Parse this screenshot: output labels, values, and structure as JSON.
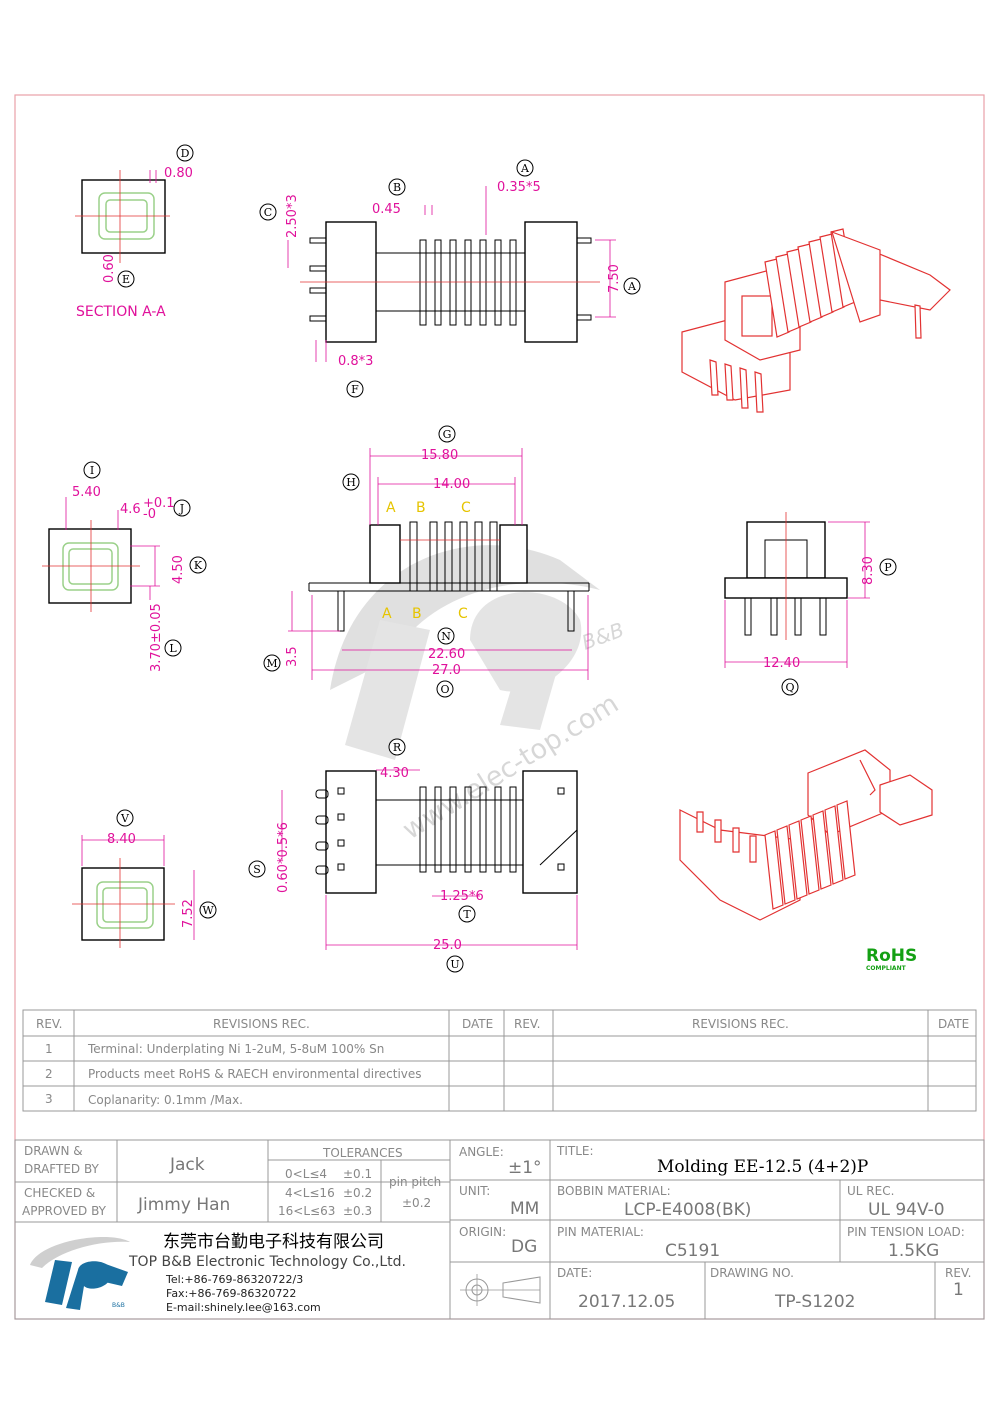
{
  "labels": {
    "section": "SECTION A-A",
    "watermark_url": "www.elec-top.com",
    "watermark_bb": "B&B",
    "rohs_main": "RoHS",
    "rohs_sub": "COMPLIANT"
  },
  "circles": [
    "A",
    "B",
    "C",
    "D",
    "E",
    "F",
    "G",
    "H",
    "I",
    "J",
    "K",
    "L",
    "M",
    "N",
    "O",
    "P",
    "Q",
    "R",
    "S",
    "T",
    "U",
    "V",
    "W"
  ],
  "dims": {
    "d_080": "0.80",
    "e_060": "0.60",
    "a_035x5": "0.35*5",
    "b_045": "0.45",
    "c_250x3": "2.50*3",
    "a_750": "7.50",
    "f_08x3": "0.8*3",
    "g_1580": "15.80",
    "h_1400": "14.00",
    "i_540": "5.40",
    "j_46": "4.6",
    "j_tol_up": "+0.1",
    "j_tol_dn": "-0",
    "k_450": "4.50",
    "l_370": "3.70±0.05",
    "m_35": "3.5",
    "n_2260": "22.60",
    "o_270": "27.0",
    "p_830": "8.30",
    "q_1240": "12.40",
    "r_430": "4.30",
    "s_060": "0.60*0.5*6",
    "t_125": "1.25*6",
    "u_250": "25.0",
    "v_840": "8.40",
    "w_752": "7.52",
    "sec_a": "A",
    "sec_b": "B",
    "sec_c": "C"
  },
  "revisions": {
    "headers": {
      "rev": "REV.",
      "rec": "REVISIONS  REC.",
      "date": "DATE"
    },
    "rows": [
      {
        "rev": "1",
        "text": "Terminal: Underplating Ni 1-2uM, 5-8uM 100% Sn"
      },
      {
        "rev": "2",
        "text": "Products meet RoHS & RAECH environmental directives"
      },
      {
        "rev": "3",
        "text": "Coplanarity: 0.1mm /Max."
      }
    ]
  },
  "titleblock": {
    "drawn_label_1": "DRAWN &",
    "drawn_label_2": "DRAFTED BY",
    "drawn_by": "Jack",
    "checked_label_1": "CHECKED &",
    "checked_label_2": "APPROVED BY",
    "checked_by": "Jimmy Han",
    "tolerances_label": "TOLERANCES",
    "tol_rows": [
      {
        "range": "0<L≤4",
        "val": "±0.1"
      },
      {
        "range": "4<L≤16",
        "val": "±0.2"
      },
      {
        "range": "16<L≤63",
        "val": "±0.3"
      }
    ],
    "pin_pitch_label": "pin pitch",
    "pin_pitch_val": "±0.2",
    "angle_label": "ANGLE:",
    "angle_val": "±1°",
    "unit_label": "UNIT:",
    "unit_val": "MM",
    "origin_label": "ORIGIN:",
    "origin_val": "DG",
    "title_label": "TITLE:",
    "title_val": "Molding EE-12.5   (4+2)P",
    "bobbin_label": "BOBBIN MATERIAL:",
    "bobbin_val": "LCP-E4008(BK)",
    "ul_label": "UL REC.",
    "ul_val": "UL 94V-0",
    "pin_mat_label": "PIN MATERIAL:",
    "pin_mat_val": "C5191",
    "tension_label": "PIN TENSION LOAD:",
    "tension_val": "1.5KG",
    "date_label": "DATE:",
    "date_val": "2017.12.05",
    "drawing_label": "DRAWING NO.",
    "drawing_val": "TP-S1202",
    "rev_label": "REV.",
    "rev_val": "1"
  },
  "company": {
    "name_cn": "东莞市台勤电子科技有限公司",
    "name_en": "TOP B&B Electronic Technology Co.,Ltd.",
    "tel": "Tel:+86-769-86320722/3",
    "fax": "Fax:+86-769-86320722",
    "email": "E-mail:shinely.lee@163.com",
    "logo_bb": "B&B"
  },
  "colors": {
    "dimension": "#e0119b",
    "model": "#e23232",
    "frame": "#e8a0a8",
    "logo": "#1a6fa0"
  }
}
